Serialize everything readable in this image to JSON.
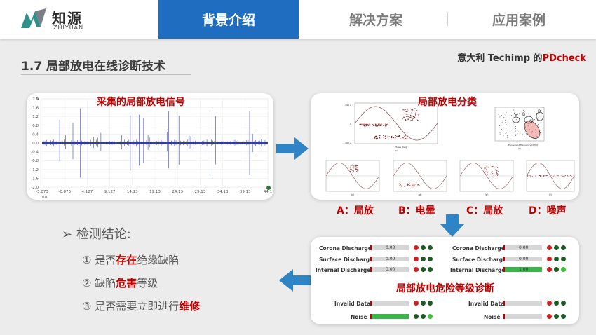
{
  "header": {
    "logo_cn": "知源",
    "logo_en": "ZHIYUAN",
    "tabs": [
      {
        "label": "背景介绍",
        "active": true
      },
      {
        "label": "解决方案",
        "active": false
      },
      {
        "label": "应用案例",
        "active": false
      }
    ]
  },
  "section": {
    "title": "1.7 局部放电在线诊断技术",
    "source_prefix": "意大利 Techimp 的",
    "source_highlight": "PDcheck"
  },
  "signal_panel": {
    "title": "采集的局部放电信号",
    "y_ticks": [
      "2.0",
      "1.6",
      "1.2",
      "0.8",
      "0.4",
      "0.0",
      "-0.4",
      "-0.8",
      "-1.2",
      "-1.6",
      "-2.0"
    ],
    "x_ticks": [
      "-5.873",
      "-0.873",
      "4.127",
      "9.127",
      "14.13",
      "19.13",
      "24.13",
      "29.13",
      "34.13",
      "39.13",
      "44.1"
    ],
    "unit_top": "V",
    "unit_bottom": "ms"
  },
  "class_panel": {
    "title": "局部放电分类",
    "labels": [
      "A：局放",
      "B：电晕",
      "C：局放",
      "D：噪声"
    ]
  },
  "conclusions": {
    "head": "检测结论:",
    "items": [
      {
        "num": "①",
        "pre": "是否",
        "hl": "存在",
        "post": "绝缘缺陷"
      },
      {
        "num": "②",
        "pre": "缺陷",
        "hl": "危害",
        "post": "等级"
      },
      {
        "num": "③",
        "pre": "是否需要立即进行",
        "hl": "维修",
        "post": ""
      }
    ]
  },
  "diag_panel": {
    "title": "局部放电危险等级诊断",
    "rows": [
      {
        "left": "Corona Discharges",
        "left_val": "0.00",
        "right": "Corona Discharges",
        "right_val": "0.00"
      },
      {
        "left": "Surface Discharges",
        "left_val": "0.00",
        "right": "Surface Discharges",
        "right_val": "0.00"
      },
      {
        "left": "Internal Discharges",
        "left_val": "0.00",
        "right": "Internal Discharges",
        "right_val": "1.00"
      }
    ],
    "bottom_rows": [
      {
        "left": "Invalid Data",
        "right": "Invalid Data"
      },
      {
        "left": "Noise",
        "right": "Noise"
      }
    ]
  },
  "colors": {
    "accent_blue": "#1f6dc0",
    "highlight_red": "#c00000",
    "status_green": "#3bb54a"
  }
}
